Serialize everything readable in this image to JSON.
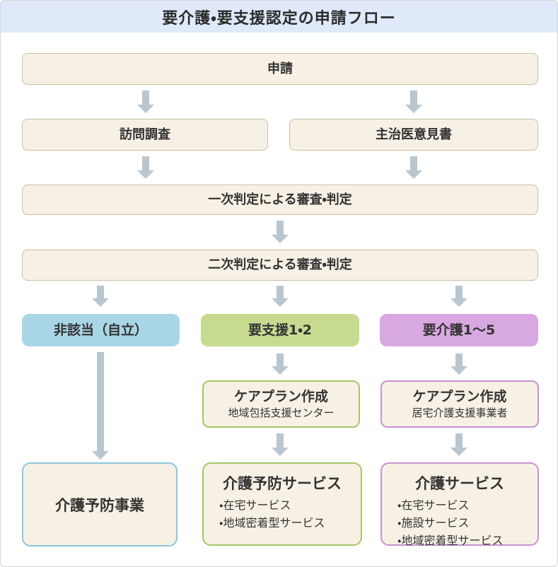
{
  "title": "要介護・要支援認定の申請フロー",
  "colors": {
    "header_bg": "#dfe9f9",
    "box_bg": "#f6f1e4",
    "box_border": "#c6bfa7",
    "blue": "#a9d6e7",
    "green": "#c6da90",
    "purple": "#d8a8e0",
    "blue_border": "#8cc6dd",
    "green_border": "#a6c765",
    "purple_border": "#c792d2",
    "arrow": "#b9c6cf",
    "text": "#333333",
    "page_border": "#d6d6d6"
  },
  "nodes": {
    "application": {
      "label": "申請"
    },
    "visit_survey": {
      "label": "訪問調査"
    },
    "doctor_opinion": {
      "label": "主治医意見書"
    },
    "primary_judgment": {
      "label": "一次判定による審査・判定"
    },
    "secondary_judgment": {
      "label": "二次判定による審査・判定"
    },
    "not_eligible": {
      "label": "非該当（自立）"
    },
    "support_1_2": {
      "label": "要支援1・2"
    },
    "care_1_5": {
      "label": "要介護1〜5"
    },
    "careplan_community": {
      "title": "ケアプラン作成",
      "subtitle": "地域包括支援センター"
    },
    "careplan_home": {
      "title": "ケアプラン作成",
      "subtitle": "居宅介護支援事業者"
    },
    "prevention_program": {
      "label": "介護予防事業"
    },
    "prevention_services": {
      "title": "介護予防サービス",
      "items": [
        "・在宅サービス",
        "・地域密着型サービス"
      ]
    },
    "care_services": {
      "title": "介護サービス",
      "items": [
        "・在宅サービス",
        "・施設サービス",
        "・地域密着型サービス"
      ]
    }
  }
}
